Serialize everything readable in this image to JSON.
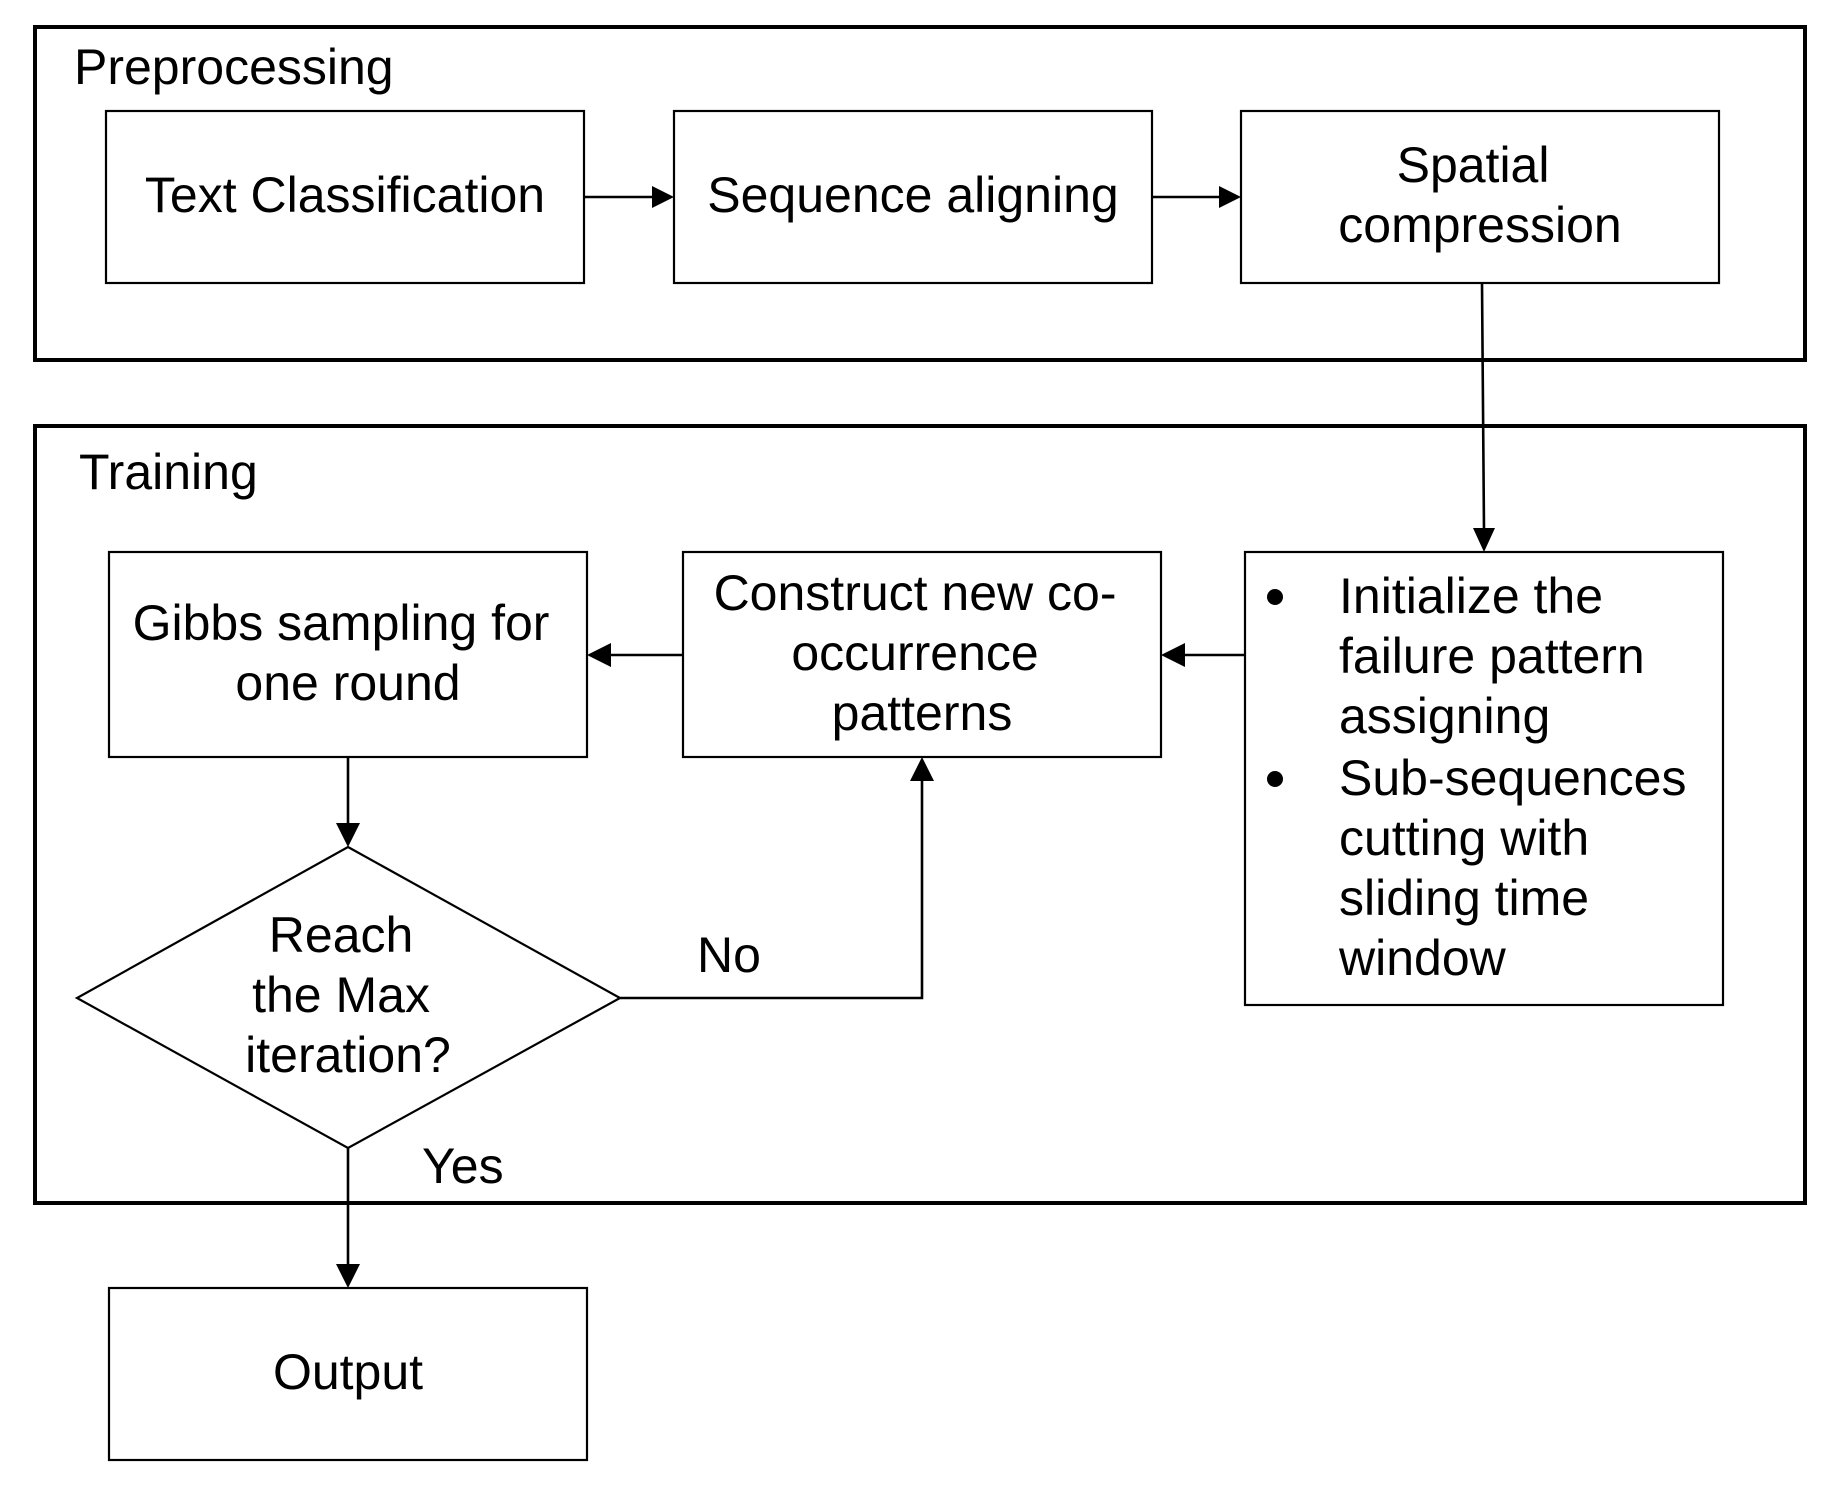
{
  "preprocessing": {
    "title": "Preprocessing",
    "nodes": {
      "text_classification": [
        "Text Classification"
      ],
      "sequence_aligning": [
        "Sequence aligning"
      ],
      "spatial_compression": [
        "Spatial",
        "compression"
      ]
    }
  },
  "training": {
    "title": "Training",
    "nodes": {
      "gibbs_sampling": [
        "Gibbs sampling for",
        "one round"
      ],
      "construct_patterns": [
        "Construct new co-",
        "occurrence",
        "patterns"
      ],
      "initialize": {
        "bullets": [
          [
            "Initialize the",
            "failure pattern",
            "assigning"
          ],
          [
            "Sub-sequences",
            "cutting with",
            "sliding time",
            "window"
          ]
        ]
      },
      "decision": [
        "Reach",
        "the Max",
        "iteration?"
      ]
    },
    "edge_labels": {
      "no": "No",
      "yes": "Yes"
    }
  },
  "output": {
    "label": "Output"
  }
}
